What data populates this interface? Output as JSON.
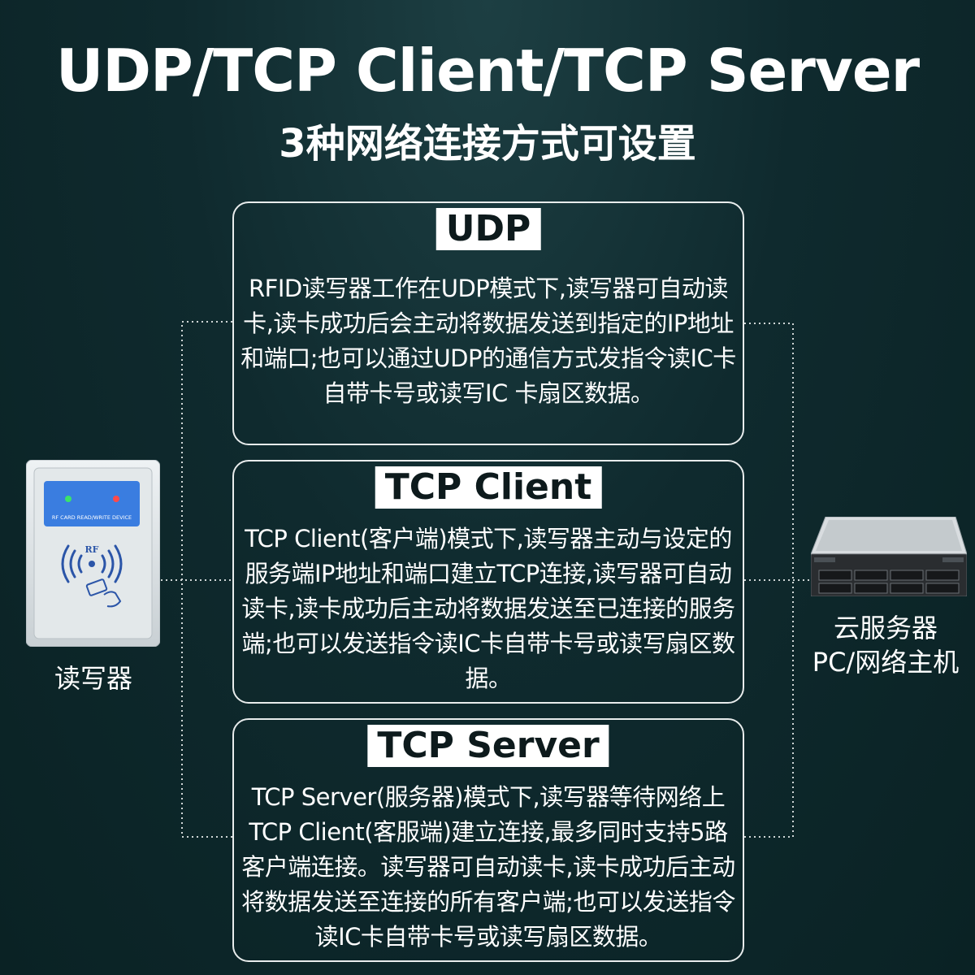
{
  "header": {
    "title": "UDP/TCP Client/TCP Server",
    "subtitle": "3种网络连接方式可设置"
  },
  "modes": [
    {
      "label": "UDP",
      "description": "RFID读写器工作在UDP模式下,读写器可自动读卡,读卡成功后会主动将数据发送到指定的IP地址和端口;也可以通过UDP的通信方式发指令读IC卡自带卡号或读写IC 卡扇区数据。"
    },
    {
      "label": "TCP Client",
      "description": "TCP Client(客户端)模式下,读写器主动与设定的服务端IP地址和端口建立TCP连接,读写器可自动读卡,读卡成功后主动将数据发送至已连接的服务端;也可以发送指令读IC卡自带卡号或读写扇区数据。"
    },
    {
      "label": "TCP Server",
      "description": "TCP Server(服务器)模式下,读写器等待网络上TCP Client(客服端)建立连接,最多同时支持5路客户端连接。读写器可自动读卡,读卡成功后主动将数据发送至连接的所有客户端;也可以发送指令读IC卡自带卡号或读写扇区数据。"
    }
  ],
  "reader": {
    "label": "读写器",
    "panel_text": "RF CARD READ/WRITE DEVICE",
    "rf_text": "RF",
    "panel_color": "#3a7de0",
    "led_left_color": "#3be36a",
    "led_right_color": "#ff4a4a"
  },
  "server": {
    "label_line1": "云服务器",
    "label_line2": "PC/网络主机"
  },
  "colors": {
    "background": "#0f2a2e",
    "box_border": "#e8ecec",
    "badge_background": "#ffffff",
    "badge_text": "#0d1a1c",
    "connector": "#cfd6d6"
  }
}
